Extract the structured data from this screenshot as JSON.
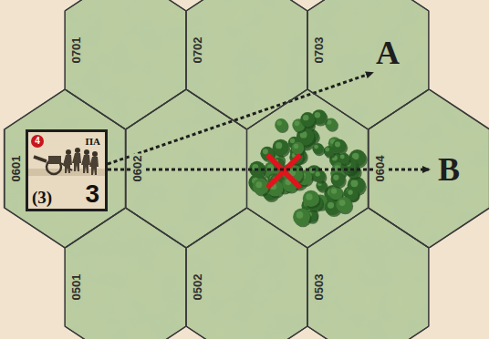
{
  "diagram": {
    "nodes": [
      {
        "text": [
          "0701"
        ]
      },
      {
        "text": [
          "0702"
        ]
      },
      {
        "text": [
          "0703"
        ]
      },
      {
        "text": [
          "4",
          "ПА",
          "(3)",
          "3"
        ]
      },
      {
        "text": [
          "0601"
        ]
      },
      {
        "text": [
          "0602"
        ]
      },
      {
        "text": [
          "0604"
        ]
      },
      {
        "text": [
          "0501"
        ]
      },
      {
        "text": [
          "0502"
        ]
      },
      {
        "text": [
          "0503"
        ]
      }
    ],
    "labels": [
      "A",
      "B"
    ]
  }
}
